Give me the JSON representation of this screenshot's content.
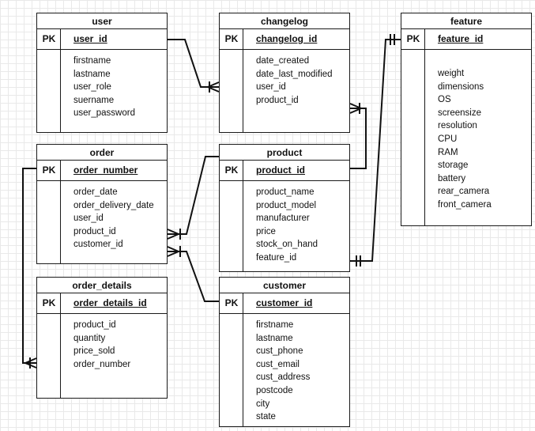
{
  "entities": {
    "user": {
      "title": "user",
      "pk_label": "PK",
      "pk": "user_id",
      "fields": [
        "firstname",
        "lastname",
        "user_role",
        "suername",
        "user_password"
      ]
    },
    "changelog": {
      "title": "changelog",
      "pk_label": "PK",
      "pk": "changelog_id",
      "fields": [
        "date_created",
        "date_last_modified",
        "user_id",
        "product_id"
      ]
    },
    "feature": {
      "title": "feature",
      "pk_label": "PK",
      "pk": "feature_id",
      "fields": [
        "weight",
        "dimensions",
        "OS",
        "screensize",
        "resolution",
        "CPU",
        "RAM",
        "storage",
        "battery",
        "rear_camera",
        "front_camera"
      ]
    },
    "order": {
      "title": "order",
      "pk_label": "PK",
      "pk": "order_number",
      "fields": [
        "order_date",
        "order_delivery_date",
        "user_id",
        "product_id",
        "customer_id"
      ]
    },
    "product": {
      "title": "product",
      "pk_label": "PK",
      "pk": "product_id",
      "fields": [
        "product_name",
        "product_model",
        "manufacturer",
        "price",
        "stock_on_hand",
        "feature_id"
      ]
    },
    "order_details": {
      "title": "order_details",
      "pk_label": "PK",
      "pk": "order_details_id",
      "fields": [
        "product_id",
        "quantity",
        "price_sold",
        "order_number"
      ]
    },
    "customer": {
      "title": "customer",
      "pk_label": "PK",
      "pk": "customer_id",
      "fields": [
        "firstname",
        "lastname",
        "cust_phone",
        "cust_email",
        "cust_address",
        "postcode",
        "city",
        "state"
      ]
    }
  },
  "relationships": [
    {
      "from": "user",
      "to": "changelog",
      "from_end": "one",
      "to_end": "many"
    },
    {
      "from": "product",
      "to": "changelog",
      "from_end": "one",
      "to_end": "many"
    },
    {
      "from": "feature",
      "to": "product",
      "from_end": "one-and-only-one",
      "to_end": "one-and-only-one"
    },
    {
      "from": "product",
      "to": "order",
      "from_end": "one",
      "to_end": "many"
    },
    {
      "from": "customer",
      "to": "order",
      "from_end": "one",
      "to_end": "many"
    },
    {
      "from": "order",
      "to": "order_details",
      "from_end": "one",
      "to_end": "many"
    }
  ]
}
